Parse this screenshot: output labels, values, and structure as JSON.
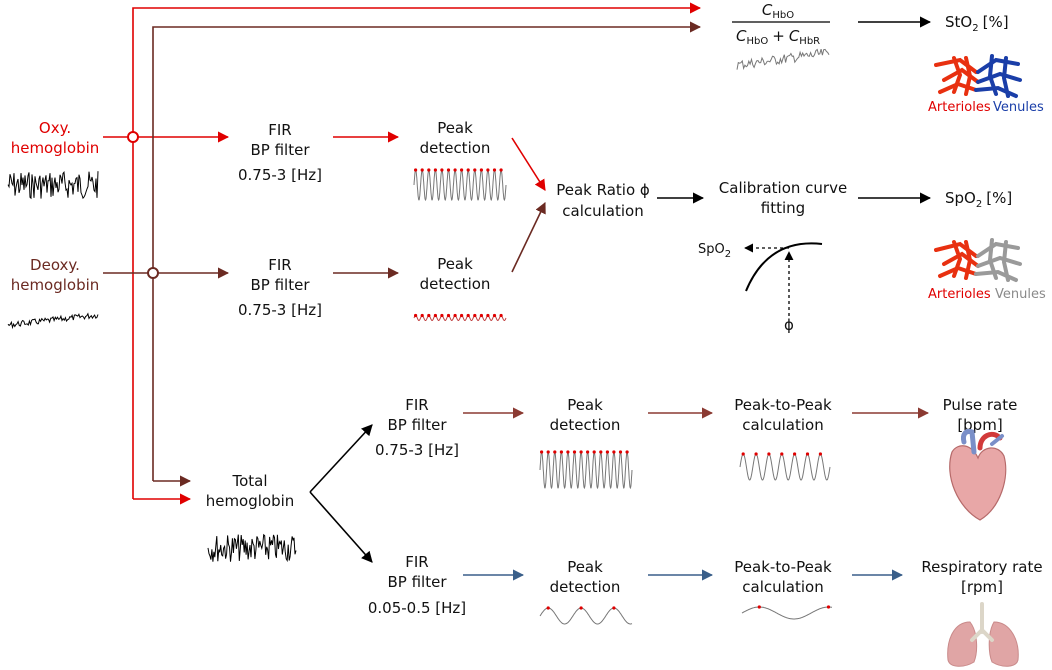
{
  "inputs": {
    "oxy_line1": "Oxy.",
    "oxy_line2": "hemoglobin",
    "deoxy_line1": "Deoxy.",
    "deoxy_line2": "hemoglobin",
    "total_line1": "Total",
    "total_line2": "hemoglobin"
  },
  "filters": {
    "oxy": {
      "line1": "FIR",
      "line2": "BP filter",
      "range": "0.75-3 [Hz]"
    },
    "deoxy": {
      "line1": "FIR",
      "line2": "BP filter",
      "range": "0.75-3 [Hz]"
    },
    "pulse": {
      "line1": "FIR",
      "line2": "BP filter",
      "range": "0.75-3 [Hz]"
    },
    "resp": {
      "line1": "FIR",
      "line2": "BP filter",
      "range": "0.05-0.5 [Hz]"
    }
  },
  "peak": {
    "line1": "Peak",
    "line2": "detection"
  },
  "peak_to_peak": {
    "line1": "Peak-to-Peak",
    "line2": "calculation"
  },
  "ratio": {
    "line1": "Peak Ratio ϕ",
    "line2": "calculation"
  },
  "calibration": {
    "line1": "Calibration curve",
    "line2": "fitting",
    "spo2_axis": "SpO",
    "phi_axis": "ϕ"
  },
  "sto2": {
    "formula_top": "C",
    "sub_hbo": "HbO",
    "sub_hbr": "HbR",
    "plus": "+",
    "label": "StO",
    "unit": "[%]",
    "sub2": "2"
  },
  "spo2_output": {
    "label": "SpO",
    "unit": "[%]",
    "sub2": "2"
  },
  "vessels": {
    "arterioles": "Arterioles",
    "venules": "Venules"
  },
  "pulse_rate": {
    "line1": "Pulse rate",
    "line2": "[bpm]"
  },
  "resp_rate": {
    "line1": "Respiratory rate",
    "line2": "[rpm]"
  },
  "icons": [
    "heart-icon",
    "lungs-icon",
    "vessel-network-icon"
  ],
  "colors": {
    "oxy": "#e00000",
    "deoxy": "#6b2a22",
    "flow": "#000000",
    "pulse": "#8b3a32",
    "resp": "#3a5f8a",
    "arterioles": "#e83010",
    "venules": "#1a3ea8",
    "venules_gray": "#9a9a9a"
  }
}
